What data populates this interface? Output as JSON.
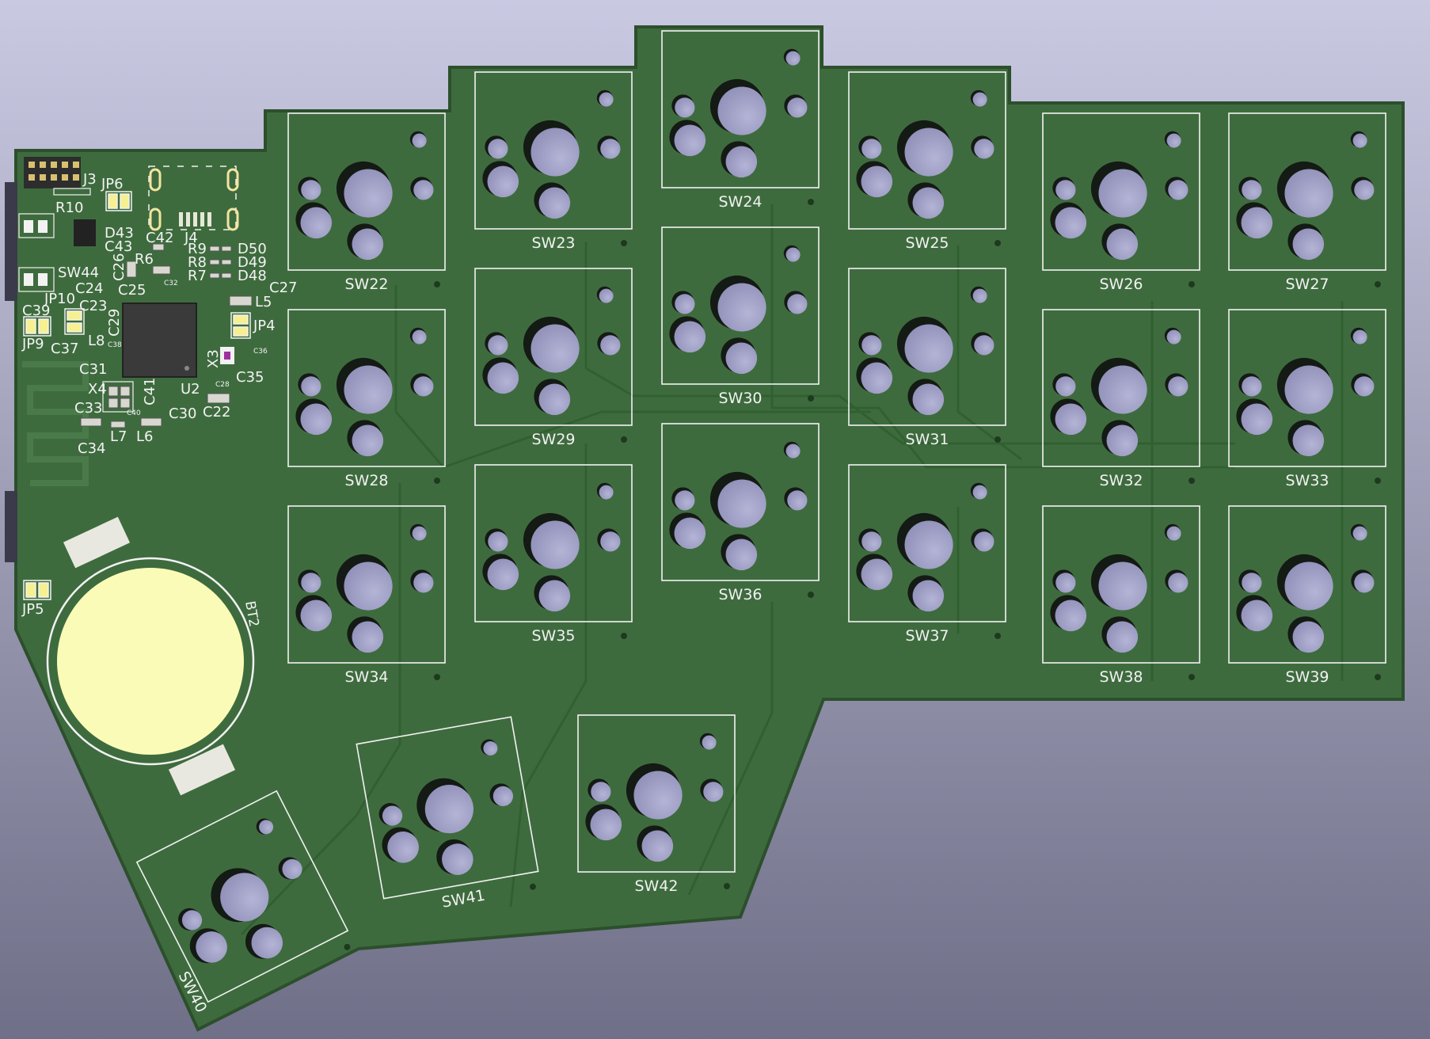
{
  "viewer": {
    "colors": {
      "bg_top": "#c9c9e2",
      "bg_bottom": "#6f6f88",
      "board": "#3e6b3e",
      "board_edge": "#2c4f2c",
      "silkscreen": "#f2f2f2",
      "trace": "#356a35",
      "hole_fill": "#9a9ac2",
      "hole_shadow": "#141a14",
      "pad": "#e8e8c0",
      "battery": "#fbfbb8",
      "chip": "#3a3a3a"
    }
  },
  "switches": [
    {
      "label": "SW22"
    },
    {
      "label": "SW23"
    },
    {
      "label": "SW24"
    },
    {
      "label": "SW25"
    },
    {
      "label": "SW26"
    },
    {
      "label": "SW27"
    },
    {
      "label": "SW28"
    },
    {
      "label": "SW29"
    },
    {
      "label": "SW30"
    },
    {
      "label": "SW31"
    },
    {
      "label": "SW32"
    },
    {
      "label": "SW33"
    },
    {
      "label": "SW34"
    },
    {
      "label": "SW35"
    },
    {
      "label": "SW36"
    },
    {
      "label": "SW37"
    },
    {
      "label": "SW38"
    },
    {
      "label": "SW39"
    },
    {
      "label": "SW40"
    },
    {
      "label": "SW41"
    },
    {
      "label": "SW42"
    }
  ],
  "silk_labels": {
    "j3": "J3",
    "jp6": "JP6",
    "r10": "R10",
    "d43": "D43",
    "c43": "C43",
    "r6": "R6",
    "c26": "C26",
    "sw44": "SW44",
    "c24": "C24",
    "c25": "C25",
    "c32": "C32",
    "c42": "C42",
    "j4": "J4",
    "r9": "R9",
    "r8": "R8",
    "r7": "R7",
    "d50": "D50",
    "d49": "D49",
    "d48": "D48",
    "c27": "C27",
    "l5": "L5",
    "jp10": "JP10",
    "c23": "C23",
    "c39": "C39",
    "c29": "C29",
    "jp4": "JP4",
    "jp9": "JP9",
    "c37": "C37",
    "l8": "L8",
    "c38": "C38",
    "x3": "X3",
    "c36": "C36",
    "c31": "C31",
    "c35": "C35",
    "x4": "X4",
    "c41": "C41",
    "u2": "U2",
    "c28": "C28",
    "c33": "C33",
    "c40": "C40",
    "c30": "C30",
    "c22": "C22",
    "l7": "L7",
    "l6": "L6",
    "c34": "C34",
    "jp5": "JP5",
    "bt2": "BT2"
  }
}
